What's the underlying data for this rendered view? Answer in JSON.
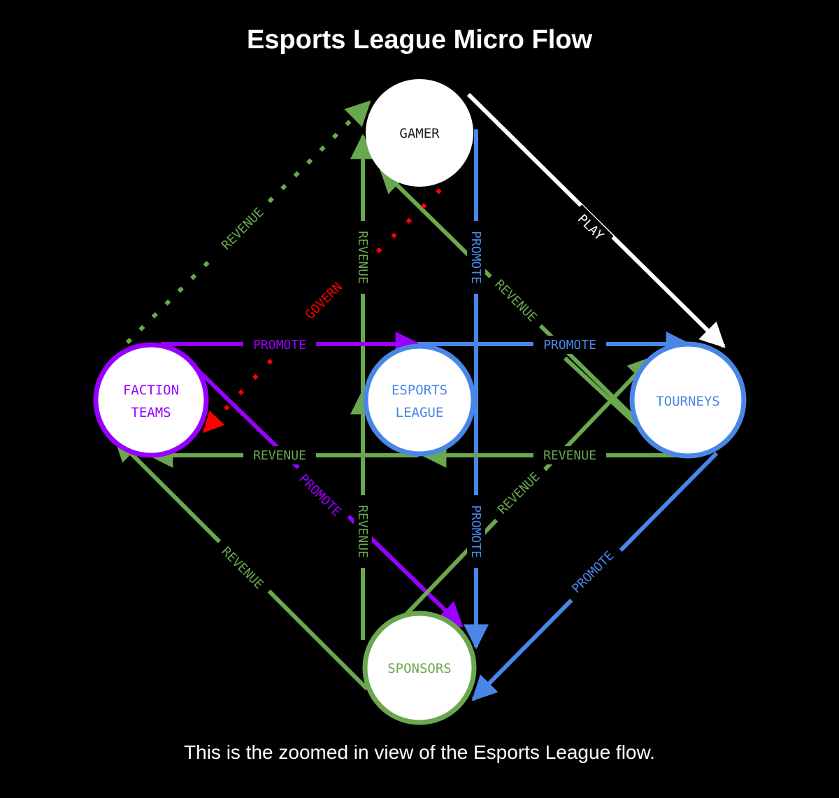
{
  "title": "Esports League Micro Flow",
  "caption": "This is the zoomed in view of the Esports League flow.",
  "colors": {
    "background": "#000000",
    "node_fill": "#ffffff",
    "green": "#6aa84f",
    "blue": "#4a86e8",
    "purple": "#9900ff",
    "red": "#ff0000",
    "white": "#ffffff",
    "dark_text": "#222222"
  },
  "nodes": {
    "gamer": "GAMER",
    "esports_league": [
      "ESPORTS",
      "LEAGUE"
    ],
    "faction_teams": [
      "FACTION",
      "TEAMS"
    ],
    "tourneys": "TOURNEYS",
    "sponsors": "SPONSORS"
  },
  "edge_labels": {
    "play": "PLAY",
    "revenue": "REVENUE",
    "promote": "PROMOTE",
    "govern": "GOVERN"
  }
}
